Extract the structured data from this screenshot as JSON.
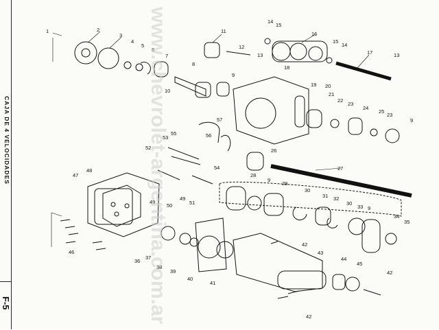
{
  "page": {
    "side_title": "CAJA DE 4 VELOCIDADES",
    "section_code": "F-5"
  },
  "watermark": {
    "text": "www.chevrolet-argentina.com.ar"
  },
  "callouts": [
    "1",
    "2",
    "3",
    "4",
    "5",
    "6",
    "7",
    "8",
    "9",
    "10",
    "11",
    "12",
    "13",
    "14",
    "15",
    "16",
    "17",
    "18",
    "19",
    "20",
    "21",
    "22",
    "23",
    "24",
    "25",
    "26",
    "27",
    "28",
    "29",
    "30",
    "31",
    "32",
    "33",
    "34",
    "35",
    "36",
    "37",
    "38",
    "39",
    "40",
    "41",
    "42",
    "43",
    "44",
    "45",
    "46",
    "47",
    "48",
    "49",
    "50",
    "51",
    "52",
    "53",
    "54",
    "55",
    "56",
    "57"
  ],
  "colors": {
    "ink": "#111111",
    "paper": "#fbfbf8",
    "watermark": "#cfcfcf"
  }
}
